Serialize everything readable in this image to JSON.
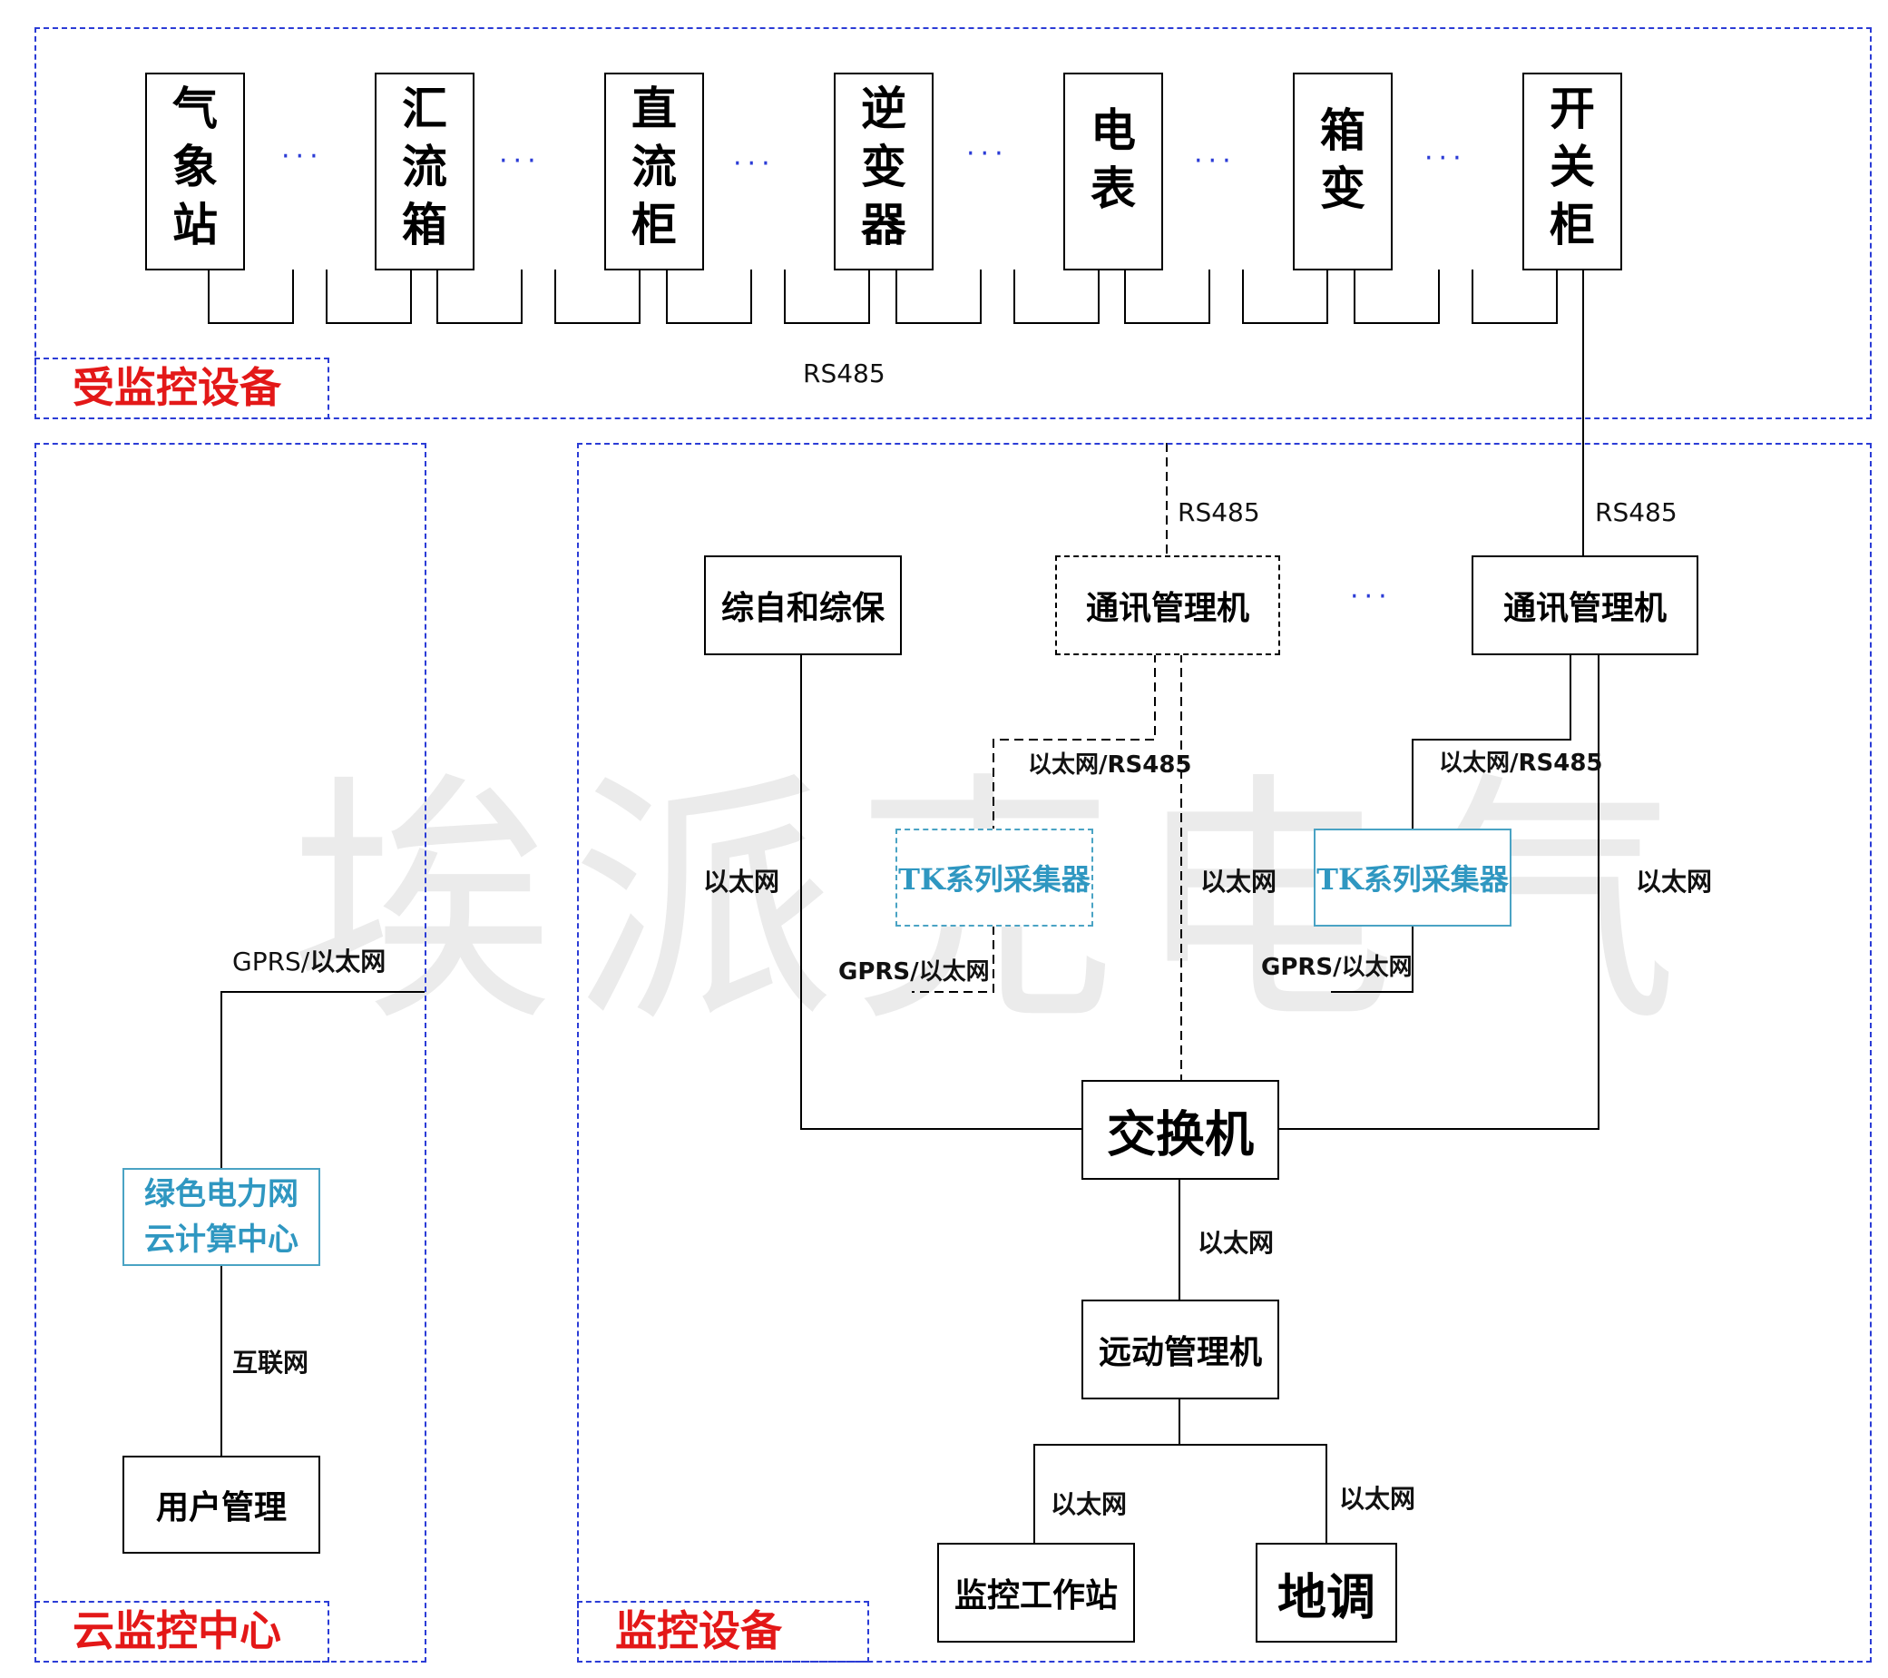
{
  "watermark": "埃派克电气",
  "regions": {
    "monitored": "受监控设备",
    "cloud": "云监控中心",
    "monitoring": "监控设备"
  },
  "devices": [
    {
      "chars": [
        "气",
        "象",
        "站"
      ]
    },
    {
      "chars": [
        "汇",
        "流",
        "箱"
      ]
    },
    {
      "chars": [
        "直",
        "流",
        "柜"
      ]
    },
    {
      "chars": [
        "逆",
        "变",
        "器"
      ]
    },
    {
      "chars": [
        "电",
        "表"
      ]
    },
    {
      "chars": [
        "箱",
        "变"
      ]
    },
    {
      "chars": [
        "开",
        "关",
        "柜"
      ]
    }
  ],
  "ellipsis": "···",
  "nodes": {
    "zongzi": "综自和综保",
    "comm_mgr_1": "通讯管理机",
    "comm_mgr_2": "通讯管理机",
    "tk_1": "TK系列采集器",
    "tk_2": "TK系列采集器",
    "switch": "交换机",
    "remote_mgr": "远动管理机",
    "workstation": "监控工作站",
    "dispatch": "地调",
    "cloud_center": "绿色电力网\n云计算中心",
    "user_mgmt": "用户管理"
  },
  "links": {
    "rs485_bus": "RS485",
    "rs485_1": "RS485",
    "rs485_2": "RS485",
    "eth_rs485_1": "以太网/RS485",
    "eth_rs485_2": "以太网/RS485",
    "gprs_eth_1": "GPRS/以太网",
    "gprs_eth_2": "GPRS/以太网",
    "eth_zongzi": "以太网",
    "eth_comm1": "以太网",
    "eth_comm2": "以太网",
    "eth_switch_remote": "以太网",
    "eth_ws": "以太网",
    "eth_dispatch": "以太网",
    "cloud_uplink_prefix": "GPRS/",
    "cloud_uplink_suffix": "以太网",
    "internet": "互联网"
  }
}
